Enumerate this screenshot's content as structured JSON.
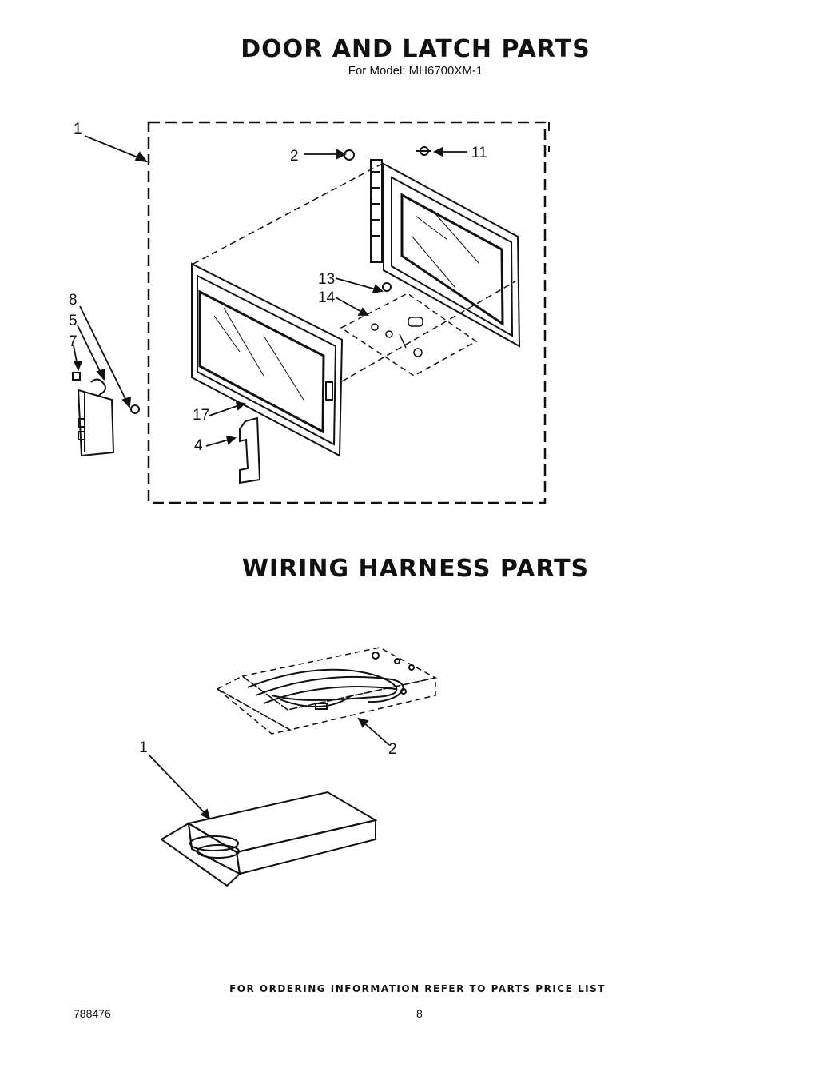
{
  "door_section": {
    "title": "DOOR AND LATCH PARTS",
    "subtitle": "For Model: MH6700XM-1",
    "callouts": [
      "1",
      "2",
      "11",
      "13",
      "14",
      "8",
      "5",
      "7",
      "17",
      "4"
    ]
  },
  "wiring_section": {
    "title": "WIRING HARNESS PARTS",
    "callouts": [
      "2",
      "1"
    ]
  },
  "footer": {
    "ordering_note": "FOR ORDERING INFORMATION REFER TO PARTS PRICE LIST",
    "document_number": "788476",
    "page_number": "8"
  }
}
